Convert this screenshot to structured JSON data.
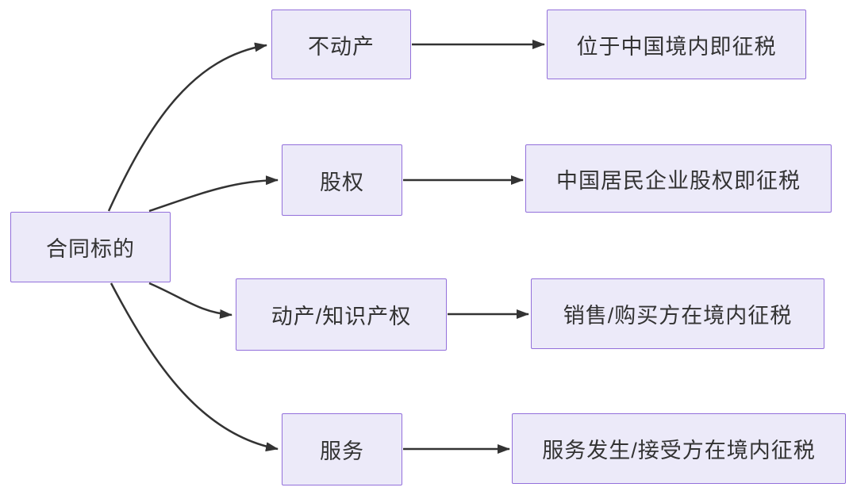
{
  "diagram": {
    "root": {
      "label": "合同标的"
    },
    "branches": [
      {
        "label": "不动产",
        "result": "位于中国境内即征税"
      },
      {
        "label": "股权",
        "result": "中国居民企业股权即征税"
      },
      {
        "label": "动产/知识产权",
        "result": "销售/购买方在境内征税"
      },
      {
        "label": "服务",
        "result": "服务发生/接受方在境内征税"
      }
    ],
    "colors": {
      "node_fill": "#ECEAF9",
      "node_border": "#9370DB",
      "arrow": "#333333",
      "text": "#333333",
      "background": "#FFFFFF"
    }
  }
}
